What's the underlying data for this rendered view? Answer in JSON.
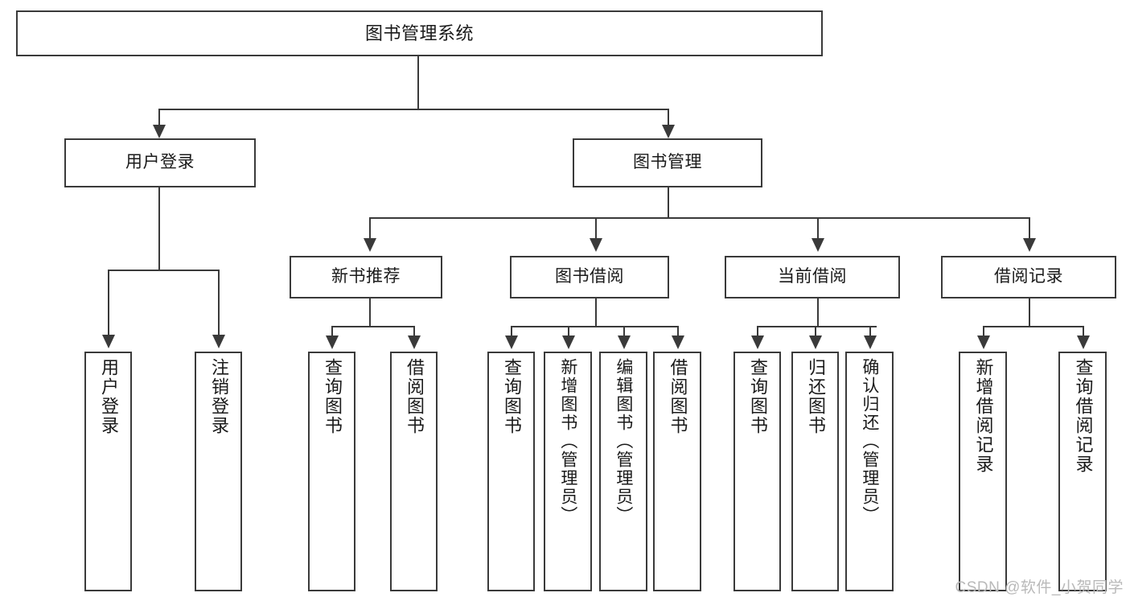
{
  "diagram": {
    "title": "图书管理系统",
    "watermark": "CSDN @软件_小贺同学",
    "type": "tree-hierarchy-diagram",
    "colors": {
      "box_border": "#3a3a3a",
      "box_fill": "#ffffff",
      "text": "#1a1a1a",
      "connector": "#3a3a3a",
      "watermark": "#b9b9b9",
      "background": "#ffffff"
    },
    "root": {
      "label": "图书管理系统"
    },
    "level2": [
      {
        "label": "用户登录"
      },
      {
        "label": "图书管理"
      }
    ],
    "level3": [
      {
        "label": "新书推荐"
      },
      {
        "label": "图书借阅"
      },
      {
        "label": "当前借阅"
      },
      {
        "label": "借阅记录"
      }
    ],
    "leaves": {
      "user_login": [
        {
          "label": "用户登录"
        },
        {
          "label": "注销登录"
        }
      ],
      "new_book_recommend": [
        {
          "label": "查询图书"
        },
        {
          "label": "借阅图书"
        }
      ],
      "book_borrow": [
        {
          "label": "查询图书"
        },
        {
          "label": "新增图书（管理员）"
        },
        {
          "label": "编辑图书（管理员）"
        },
        {
          "label": "借阅图书"
        }
      ],
      "current_borrow": [
        {
          "label": "查询图书"
        },
        {
          "label": "归还图书"
        },
        {
          "label": "确认归还（管理员）"
        }
      ],
      "borrow_record": [
        {
          "label": "新增借阅记录"
        },
        {
          "label": "查询借阅记录"
        }
      ]
    }
  }
}
